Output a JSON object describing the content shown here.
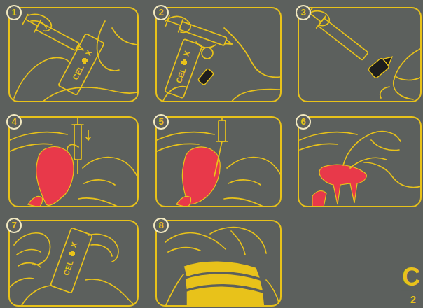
{
  "diagram": {
    "nodes": [
      {
        "text": [
          "1"
        ]
      },
      {
        "text": [
          "2"
        ]
      },
      {
        "text": [
          "3"
        ]
      },
      {
        "text": [
          "4"
        ]
      },
      {
        "text": [
          "5"
        ]
      },
      {
        "text": [
          "6"
        ]
      },
      {
        "text": [
          "7"
        ]
      },
      {
        "text": [
          "8"
        ]
      }
    ],
    "labels": [
      "CEL",
      "X",
      "CEL",
      "X",
      "CEL",
      "X",
      "C",
      "2"
    ]
  }
}
